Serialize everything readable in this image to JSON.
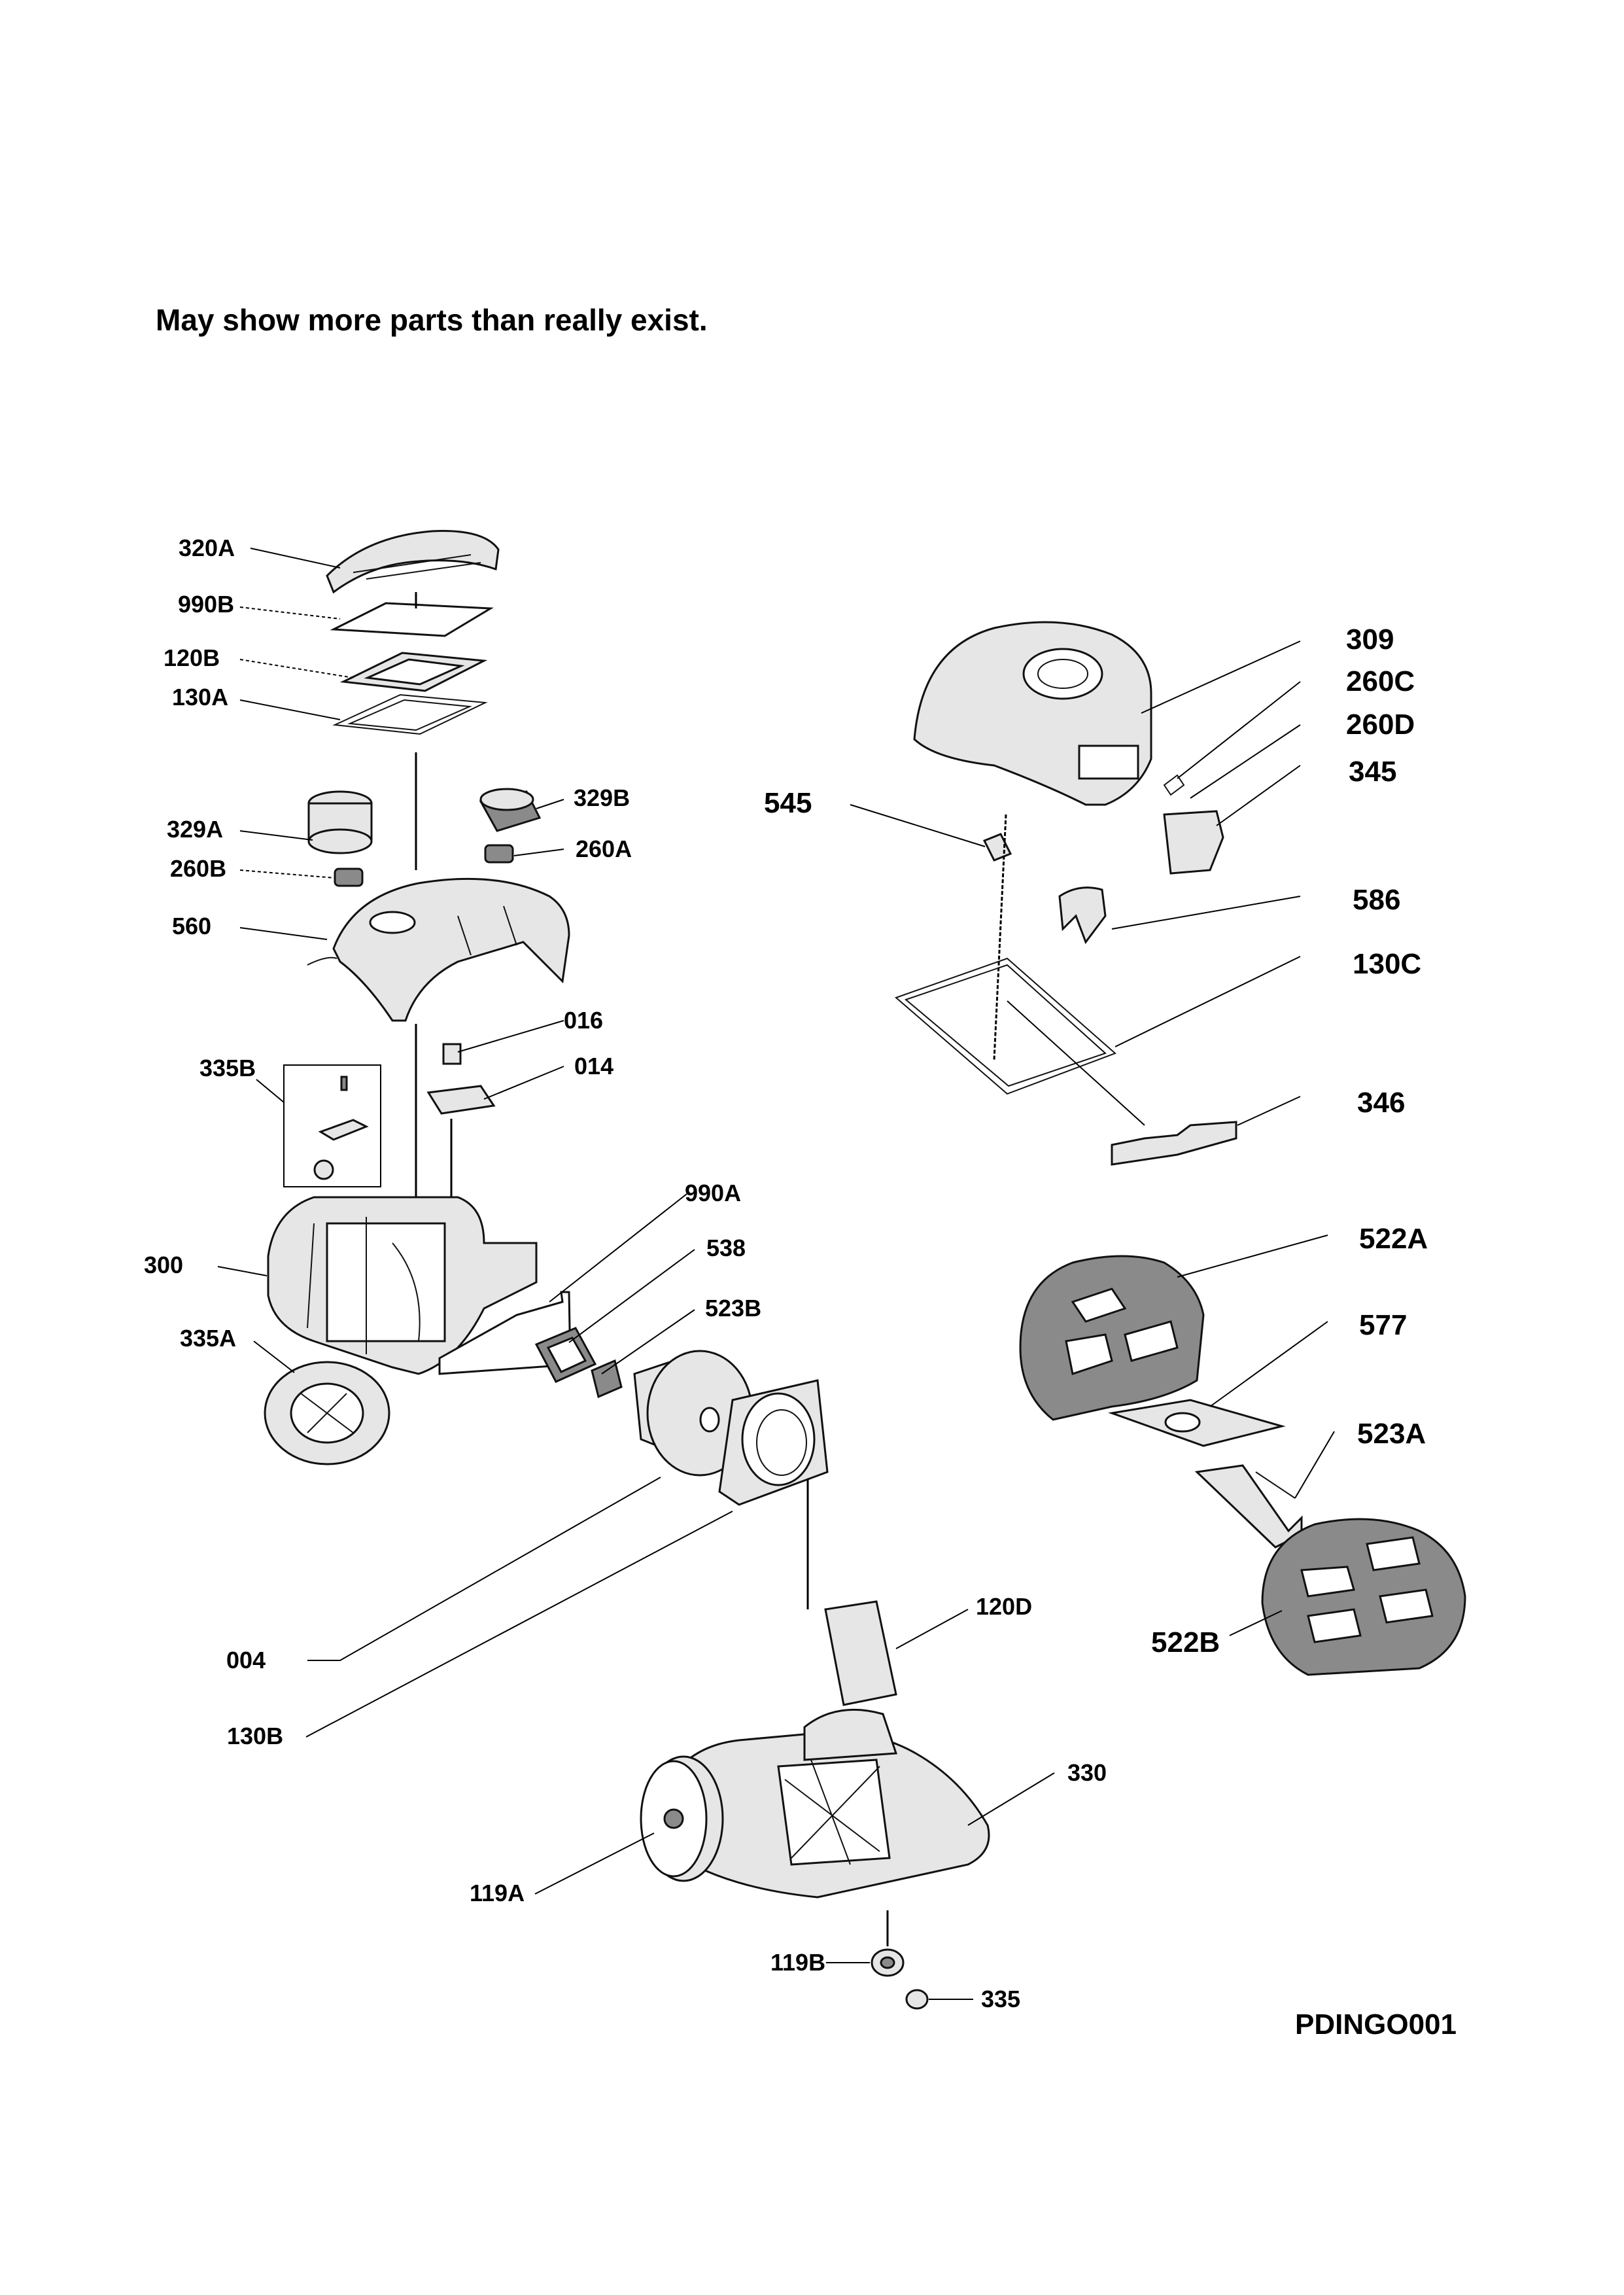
{
  "note": "May show more parts than really exist.",
  "drawing_code": "PDINGO001",
  "callouts": [
    {
      "id": "320A",
      "text": "320A"
    },
    {
      "id": "990B",
      "text": "990B"
    },
    {
      "id": "120B",
      "text": "120B"
    },
    {
      "id": "130A",
      "text": "130A"
    },
    {
      "id": "329A",
      "text": "329A"
    },
    {
      "id": "329B",
      "text": "329B"
    },
    {
      "id": "260B",
      "text": "260B"
    },
    {
      "id": "260A",
      "text": "260A"
    },
    {
      "id": "560",
      "text": "560"
    },
    {
      "id": "016",
      "text": "016"
    },
    {
      "id": "014",
      "text": "014"
    },
    {
      "id": "335B",
      "text": "335B"
    },
    {
      "id": "300",
      "text": "300"
    },
    {
      "id": "335A",
      "text": "335A"
    },
    {
      "id": "990A",
      "text": "990A"
    },
    {
      "id": "538",
      "text": "538"
    },
    {
      "id": "523B",
      "text": "523B"
    },
    {
      "id": "004",
      "text": "004"
    },
    {
      "id": "130B",
      "text": "130B"
    },
    {
      "id": "120D",
      "text": "120D"
    },
    {
      "id": "330",
      "text": "330"
    },
    {
      "id": "119A",
      "text": "119A"
    },
    {
      "id": "119B",
      "text": "119B"
    },
    {
      "id": "335",
      "text": "335"
    },
    {
      "id": "309",
      "text": "309"
    },
    {
      "id": "260C",
      "text": "260C"
    },
    {
      "id": "260D",
      "text": "260D"
    },
    {
      "id": "345",
      "text": "345"
    },
    {
      "id": "545",
      "text": "545"
    },
    {
      "id": "586",
      "text": "586"
    },
    {
      "id": "130C",
      "text": "130C"
    },
    {
      "id": "346",
      "text": "346"
    },
    {
      "id": "522A",
      "text": "522A"
    },
    {
      "id": "577",
      "text": "577"
    },
    {
      "id": "523A",
      "text": "523A"
    },
    {
      "id": "522B",
      "text": "522B"
    }
  ]
}
